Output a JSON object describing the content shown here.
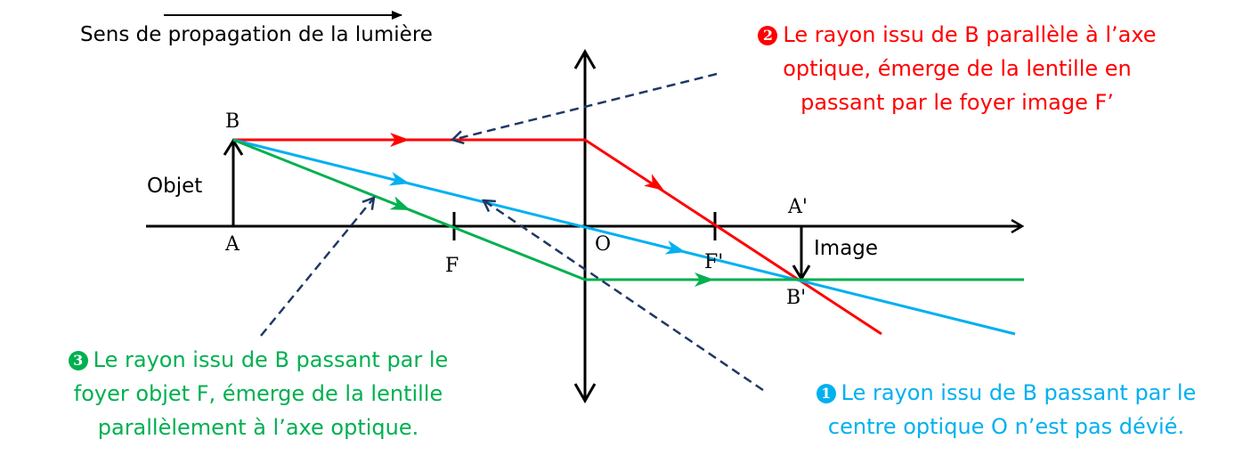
{
  "header": {
    "propagation_label": "Sens de propagation de la lumière"
  },
  "points": {
    "B": "B",
    "A": "A",
    "F": "F",
    "O": "O",
    "F_prime": "F'",
    "A_prime": "A'",
    "B_prime": "B'"
  },
  "labels": {
    "object": "Objet",
    "image": "Image"
  },
  "notes": {
    "ray1": {
      "badge": "1",
      "lines": [
        "Le rayon issu de B passant par le",
        "centre optique O n’est pas dévié."
      ]
    },
    "ray2": {
      "badge": "2",
      "lines": [
        "Le rayon issu de B parallèle à l’axe",
        "optique, émerge de la lentille en",
        "passant par le foyer image F’"
      ]
    },
    "ray3": {
      "badge": "3",
      "lines": [
        "Le rayon issu de B passant par le",
        "foyer objet F, émerge de la lentille",
        "parallèlement à l’axe optique."
      ]
    }
  },
  "colors": {
    "ray1": "#00B0F0",
    "ray2": "#FF0000",
    "ray3": "#00B050",
    "pointer": "#1F3864",
    "axis": "#000000"
  }
}
